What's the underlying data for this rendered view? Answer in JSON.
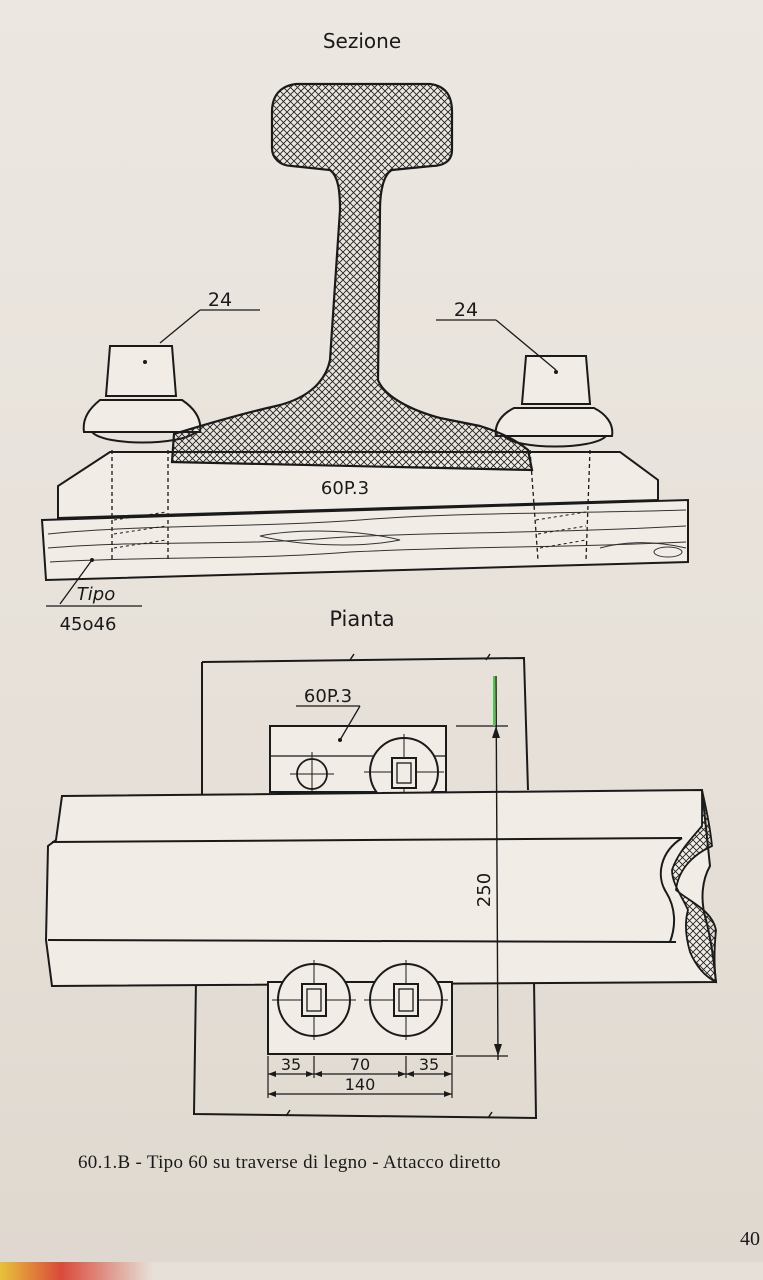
{
  "section": {
    "title": "Sezione",
    "rail_label": "60P.3",
    "left_bolt_label": "24",
    "right_bolt_label": "24",
    "sleeper_label_line1": "Tipo",
    "sleeper_label_line2": "45o46"
  },
  "plan": {
    "title": "Pianta",
    "plate_label": "60P.3",
    "dim_vertical": "250",
    "dim_left": "35",
    "dim_mid": "70",
    "dim_right": "35",
    "dim_total": "140"
  },
  "caption": "60.1.B - Tipo 60 su traverse di legno - Attacco diretto",
  "page_number": "40"
}
